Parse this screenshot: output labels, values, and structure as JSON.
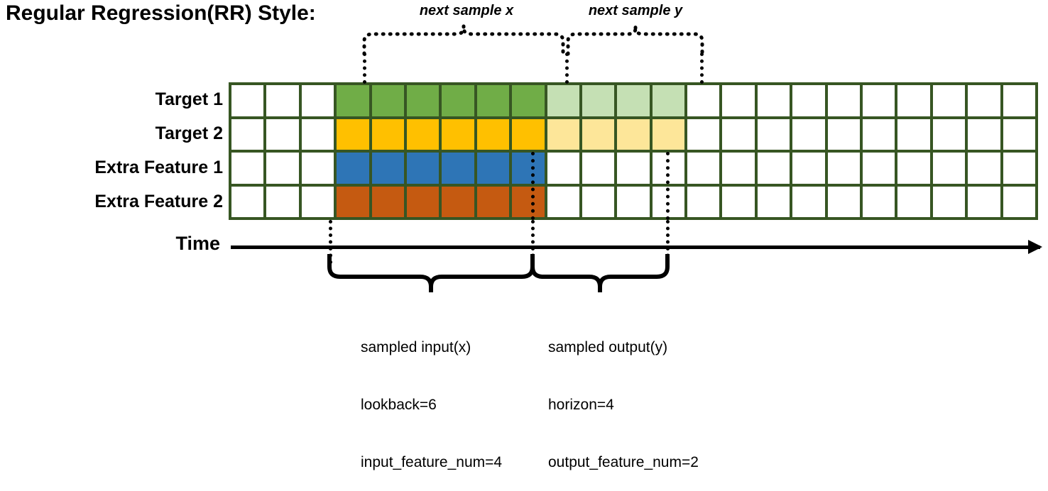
{
  "title": "Regular Regression(RR) Style:",
  "captions": {
    "next_sample_x": "next sample x",
    "next_sample_y": "next sample y"
  },
  "time_axis": {
    "label": "Time"
  },
  "grid": {
    "columns": 23,
    "rows": [
      {
        "label": "Target 1",
        "fill_dark": "#70ad47",
        "fill_light": "#c5e0b4"
      },
      {
        "label": "Target 2",
        "fill_dark": "#ffc000",
        "fill_light": "#fde699"
      },
      {
        "label": "Extra Feature 1",
        "fill_dark": "#2e75b6",
        "fill_light": "#ffffff"
      },
      {
        "label": "Extra Feature 2",
        "fill_dark": "#c55a11",
        "fill_light": "#ffffff"
      }
    ],
    "blank_lead_cols": 3,
    "input_cols": 6,
    "output_cols": 4,
    "border_color": "#375623",
    "empty_color": "#ffffff"
  },
  "annotations": {
    "input": {
      "line1": "sampled input(x)",
      "line2": "lookback=6",
      "line3": "input_feature_num=4"
    },
    "output": {
      "line1": "sampled output(y)",
      "line2": "horizon=4",
      "line3": "output_feature_num=2"
    }
  }
}
